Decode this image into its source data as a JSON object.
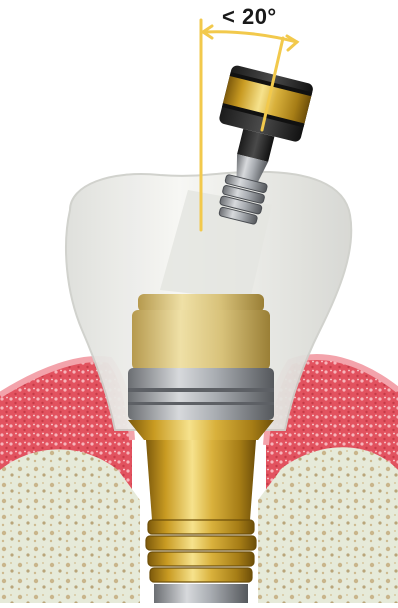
{
  "angle_annotation": {
    "label": "< 20°"
  },
  "parts": [
    "gum-tissue",
    "jaw-bone",
    "crown",
    "angled-screw-channel",
    "screwdriver-head",
    "abutment",
    "implant-fixture"
  ],
  "colors": {
    "angle_lines": "#f2c94c",
    "gum": "#e0505f",
    "gum_light": "#f4a8ae",
    "bone": "#e7ebdc",
    "crown": "#eeeeea",
    "gold": "#d7b33a",
    "gold_light": "#f3df8a",
    "gold_dark": "#8e6a10",
    "driver_dark": "#222222",
    "driver_steel": "#8a8f95"
  }
}
